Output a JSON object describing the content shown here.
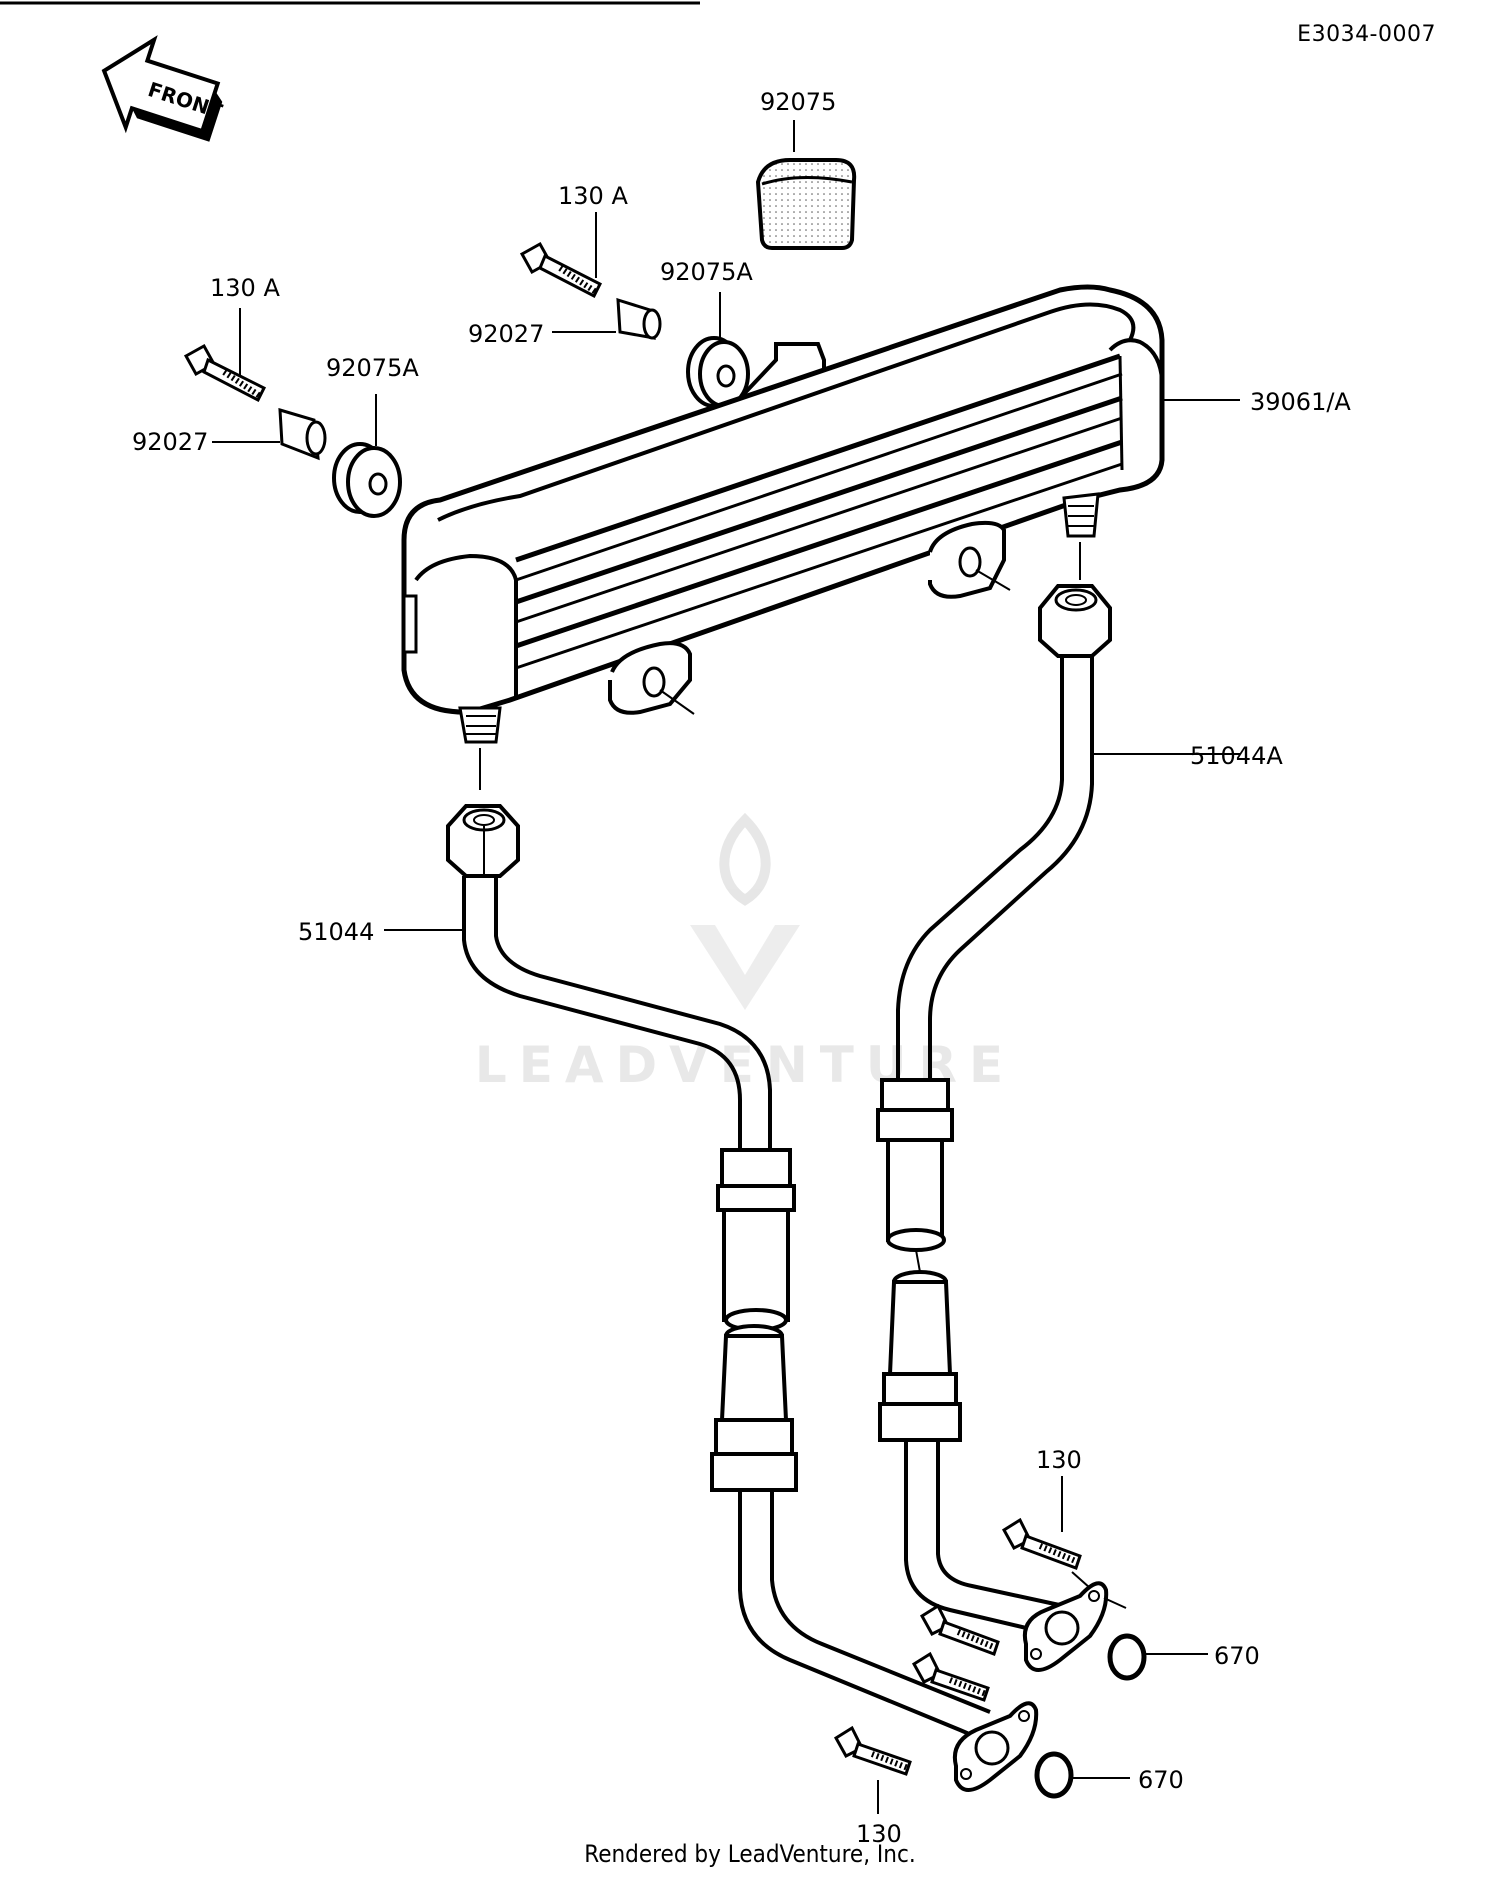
{
  "diagram": {
    "code": "E3034-0007",
    "front_label": "FRONT",
    "watermark": "LEADVENTURE",
    "footer": "Rendered by LeadVenture, Inc.",
    "labels": [
      {
        "id": "92075",
        "text": "92075"
      },
      {
        "id": "130A-top",
        "text": "130 A"
      },
      {
        "id": "92075A-top",
        "text": "92075A"
      },
      {
        "id": "92027-top",
        "text": "92027"
      },
      {
        "id": "130A-left",
        "text": "130 A"
      },
      {
        "id": "92075A-left",
        "text": "92075A"
      },
      {
        "id": "92027-left",
        "text": "92027"
      },
      {
        "id": "39061A",
        "text": "39061/A"
      },
      {
        "id": "51044A",
        "text": "51044A"
      },
      {
        "id": "51044",
        "text": "51044"
      },
      {
        "id": "130-right",
        "text": "130"
      },
      {
        "id": "670-upper",
        "text": "670"
      },
      {
        "id": "670-lower",
        "text": "670"
      },
      {
        "id": "130-bottom",
        "text": "130"
      }
    ]
  }
}
